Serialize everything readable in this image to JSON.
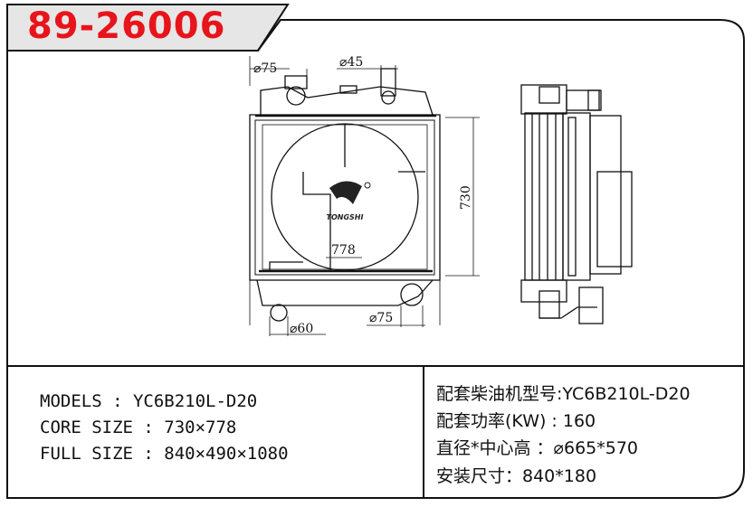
{
  "header": {
    "part_number": "89-26006"
  },
  "drawing": {
    "dims": {
      "top_left_diameter": "⌀75",
      "top_mid_diameter": "⌀45",
      "height": "730",
      "width": "778",
      "bottom_left_diameter": "⌀60",
      "bottom_mid_diameter": "⌀75"
    },
    "logo_text": "TONGSHI"
  },
  "specs": {
    "models": {
      "label": "MODELS",
      "sep": " : ",
      "value": "YC6B210L-D20"
    },
    "core": {
      "label": "CORE SIZE",
      "sep": " : ",
      "value": "730×778"
    },
    "full": {
      "label": "FULL SIZE",
      "sep": " : ",
      "value": "840×490×1080"
    }
  },
  "specs_cn": {
    "engine": "配套柴油机型号:YC6B210L-D20",
    "power": "配套功率(KW) : 160",
    "diameter": "直径*中心高 ：⌀665*570",
    "mount": "安装尺寸：840*180"
  },
  "colors": {
    "title_red": "#e8141b",
    "line": "#111111"
  }
}
